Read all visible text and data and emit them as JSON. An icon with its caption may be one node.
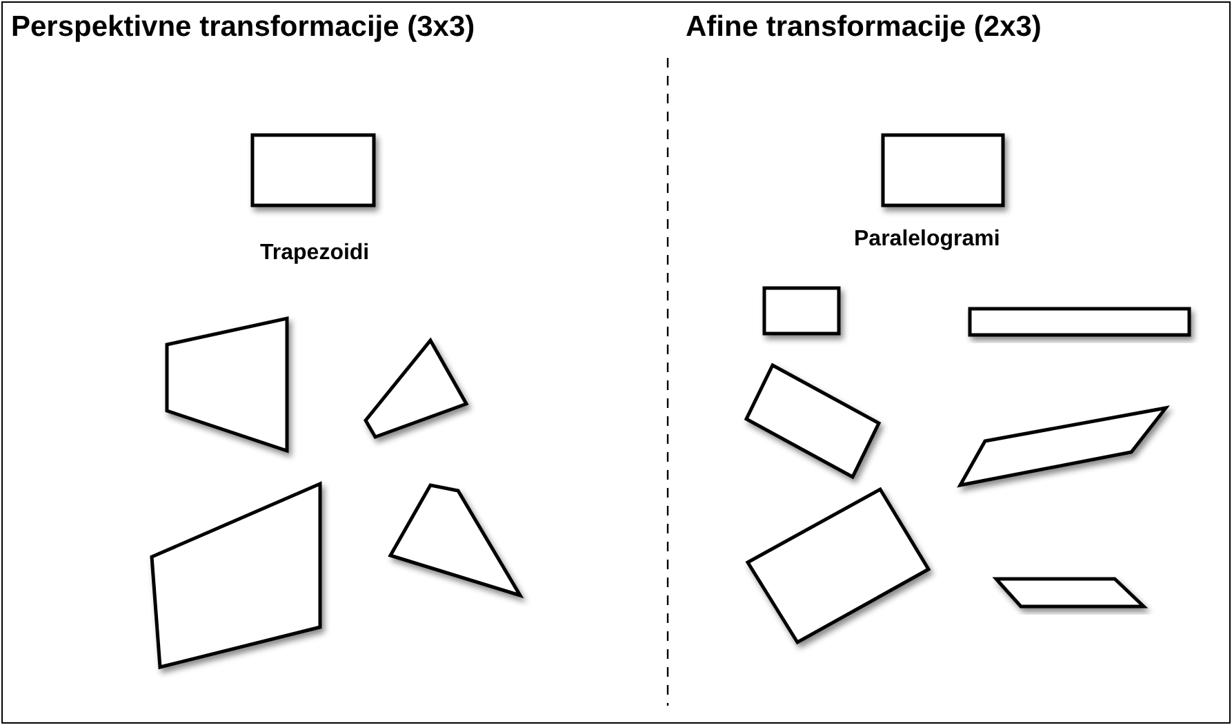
{
  "diagram": {
    "labels": [
      "Perspektivne transformacije (3x3)",
      "Afine transformacije (2x3)",
      "Trapezoidi",
      "Paralelogrami"
    ]
  }
}
